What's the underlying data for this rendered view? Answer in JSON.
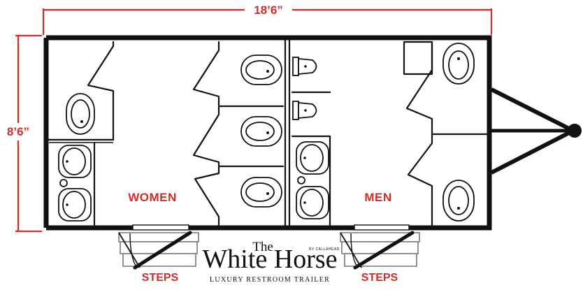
{
  "dimensions": {
    "length": "18’6”",
    "width": "8’6”"
  },
  "rooms": {
    "women_label": "WOMEN",
    "men_label": "MEN"
  },
  "steps": {
    "left_label": "STEPS",
    "right_label": "STEPS"
  },
  "brand": {
    "the": "The",
    "name": "White Horse",
    "by": "BY CALLAHEAD",
    "tagline": "LUXURY RESTROOM TRAILER"
  },
  "colors": {
    "accent_red": "#d42b2b",
    "wall": "#111111",
    "step_gray": "#777777"
  },
  "icons": [
    "toilet-icon",
    "sink-icon",
    "urinal-icon",
    "door-swing-icon",
    "steps-icon",
    "hitch-icon"
  ]
}
